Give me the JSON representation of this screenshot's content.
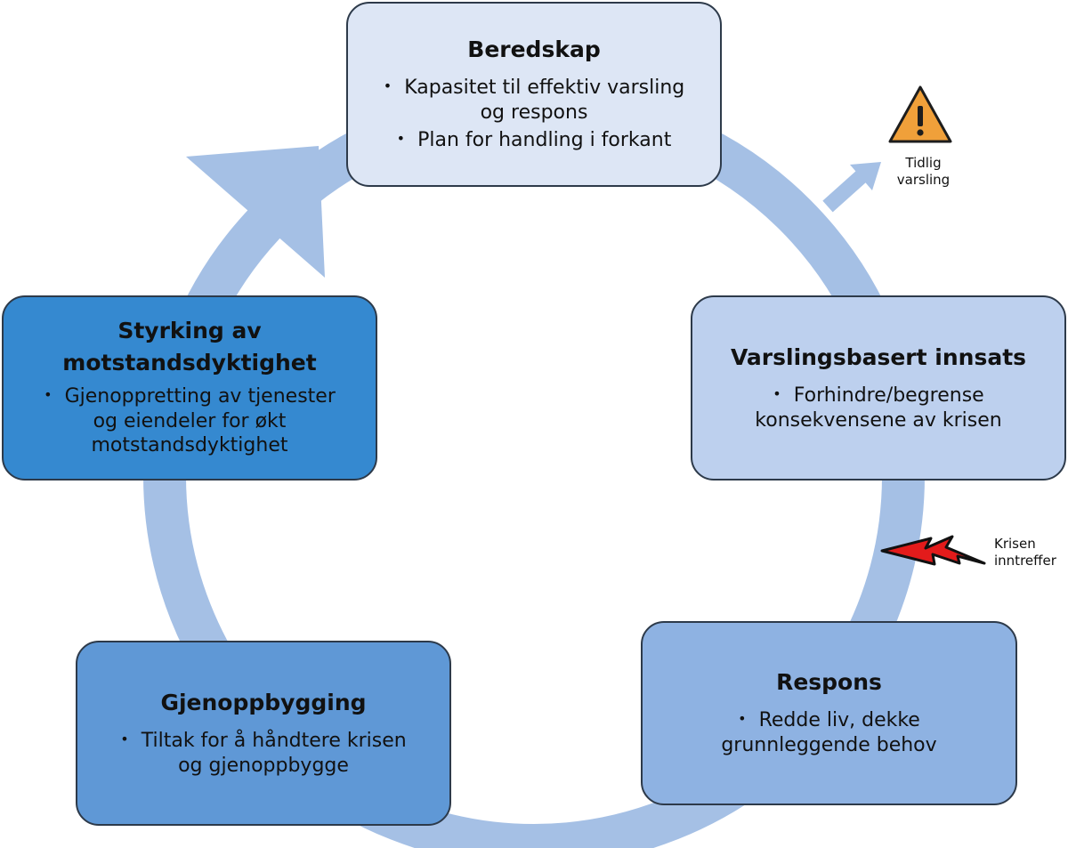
{
  "stages": {
    "beredskap": {
      "title": "Beredskap",
      "bullets": [
        "Kapasitet til effektiv varsling og respons",
        "Plan for handling i forkant"
      ],
      "fill": "#dde6f5"
    },
    "varsling": {
      "title": "Varslingsbasert innsats",
      "bullets": [
        "Forhindre/begrense konsekvensene av krisen"
      ],
      "fill": "#bdd0ee"
    },
    "respons": {
      "title": "Respons",
      "bullets": [
        "Redde liv, dekke grunnleggende behov"
      ],
      "fill": "#8eb2e2"
    },
    "gjenoppbygging": {
      "title": "Gjenoppbygging",
      "bullets": [
        "Tiltak for å håndtere krisen og gjenoppbygge"
      ],
      "fill": "#5f98d6"
    },
    "styrking": {
      "title": "Styrking av motstandsdyktighet",
      "bullets": [
        "Gjenoppretting av tjenester og eiendeler for økt motstandsdyktighet"
      ],
      "fill": "#3589d0"
    }
  },
  "annotations": {
    "early_warning": {
      "line1": "Tidlig",
      "line2": "varsling",
      "icon": "warning-triangle-icon",
      "icon_color": "#f0a03a"
    },
    "crisis": {
      "line1": "Krisen",
      "line2": "inntreffer",
      "icon": "lightning-icon",
      "icon_color": "#e31b1b"
    }
  },
  "colors": {
    "cycle_ring": "#a5c0e5",
    "border": "#2d3a4a"
  }
}
